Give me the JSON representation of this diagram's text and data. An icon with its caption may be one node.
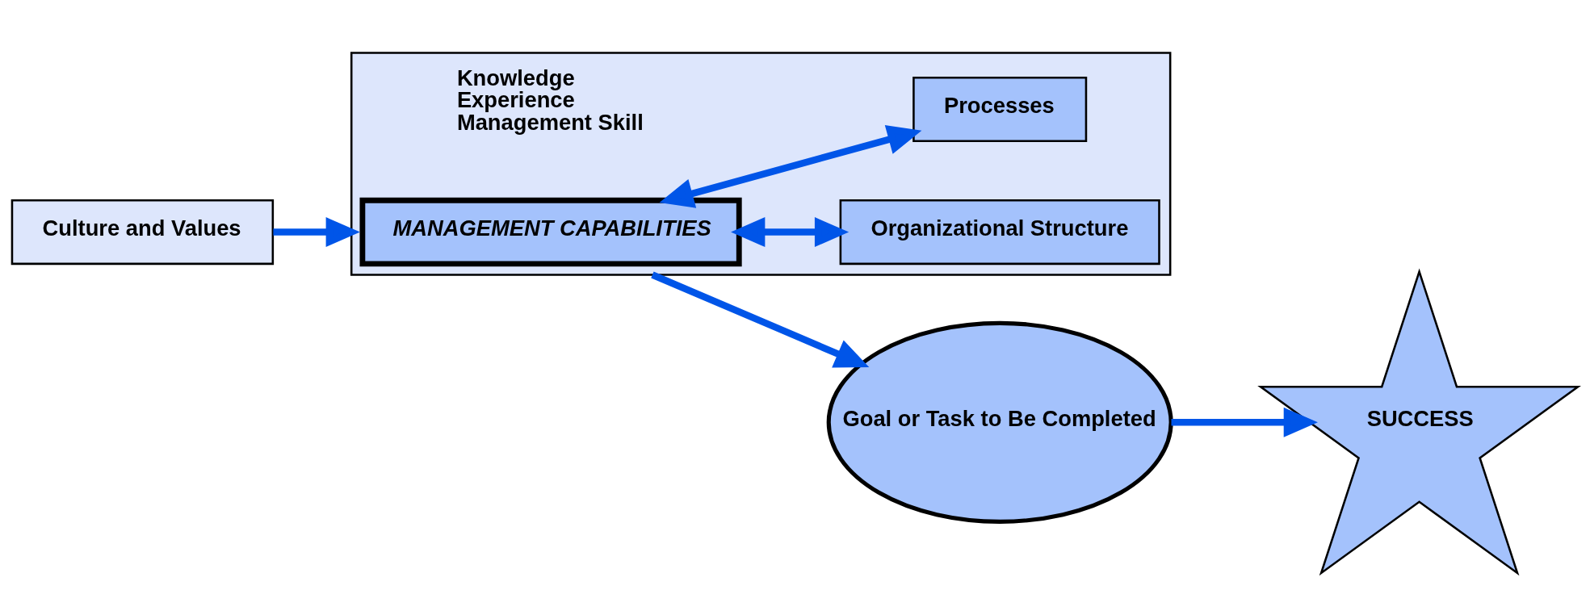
{
  "diagram": {
    "nodes": [
      {
        "text": [],
        "shape": "box"
      },
      {
        "text": [
          "MANAGEMENT CAPABILITIES"
        ],
        "in": 0,
        "beside": [
          "Knowledge",
          "Experience",
          "Management Skill"
        ]
      },
      {
        "text": [
          "Organizational Structure"
        ],
        "in": 0
      },
      {
        "text": [
          "Processes"
        ],
        "in": 0
      },
      {
        "text": [
          "Goal or Task to Be Completed"
        ]
      },
      {
        "text": [
          "SUCCESS"
        ]
      },
      {
        "text": [
          "Culture and Values"
        ]
      }
    ],
    "edges": [
      {
        "from": 1,
        "to": 2,
        "arrow": "both"
      },
      {
        "from": 1,
        "to": 3,
        "arrow": "both"
      },
      {
        "from": 0,
        "to": 4,
        "arrow": "to"
      },
      {
        "from": 4,
        "to": 5,
        "arrow": "to"
      },
      {
        "from": 6,
        "to": 0,
        "arrow": "to"
      }
    ]
  }
}
